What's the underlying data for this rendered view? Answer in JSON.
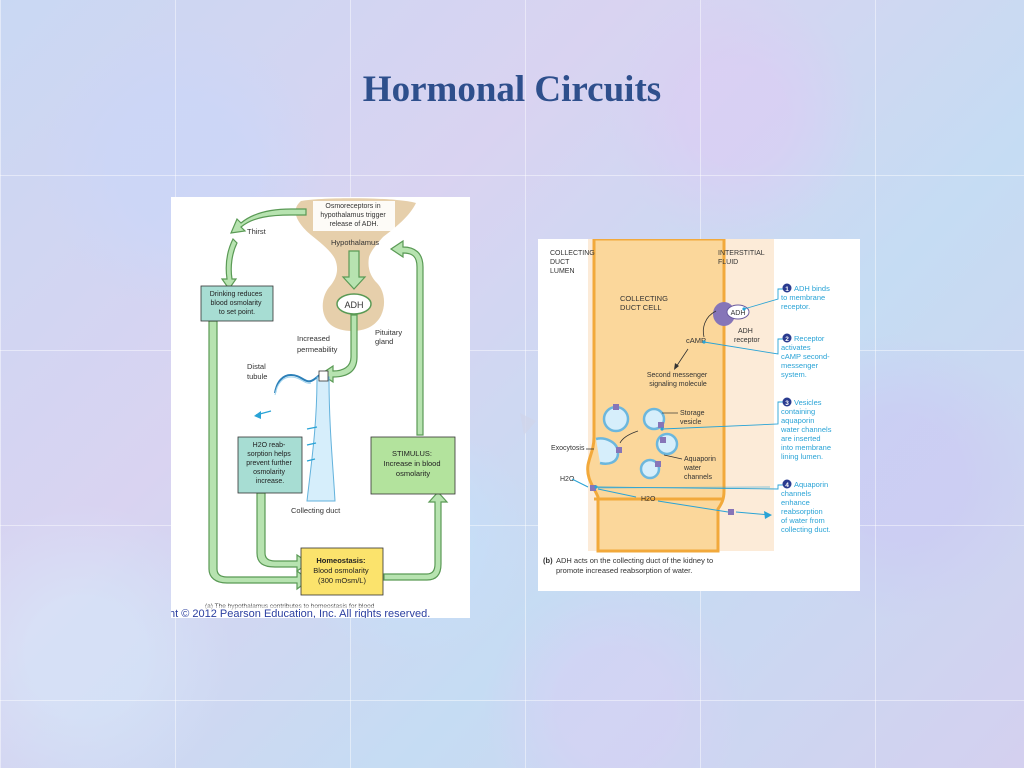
{
  "slide": {
    "title": "Hormonal Circuits"
  },
  "figure_a": {
    "osmoreceptor_label": [
      "Osmoreceptors in",
      "hypothalamus trigger",
      "release of ADH."
    ],
    "thirst_label": "Thirst",
    "hypothalamus_label": "Hypothalamus",
    "adh_label": "ADH",
    "pituitary_label": [
      "Pituitary",
      "gland"
    ],
    "permeability_label": [
      "Increased",
      "permeability"
    ],
    "distal_label": [
      "Distal",
      "tubule"
    ],
    "collecting_label": "Collecting duct",
    "drinking_box": [
      "Drinking reduces",
      "blood osmolarity",
      "to set point."
    ],
    "reabsorption_box": [
      "H2O reab-",
      "sorption helps",
      "prevent further",
      "osmolarity",
      "increase."
    ],
    "stimulus_box": [
      "STIMULUS:",
      "Increase in blood",
      "osmolarity"
    ],
    "homeostasis_box": {
      "heading": "Homeostasis:",
      "lines": [
        "Blood osmolarity",
        "(300 mOsm/L)"
      ]
    },
    "caption": "(a) The hypothalamus contributes to homeostasis for blood",
    "copyright": "ht © 2012 Pearson Education, Inc. All rights reserved."
  },
  "figure_b": {
    "lumen_label": [
      "COLLECTING",
      "DUCT",
      "LUMEN"
    ],
    "interstitial_label": [
      "INTERSTITIAL",
      "FLUID"
    ],
    "cell_label": [
      "COLLECTING",
      "DUCT CELL"
    ],
    "adh_label": "ADH",
    "receptor_label": [
      "ADH",
      "receptor"
    ],
    "camp_label": "cAMP",
    "messenger_label": [
      "Second messenger",
      "signaling molecule"
    ],
    "storage_label": [
      "Storage",
      "vesicle"
    ],
    "exocytosis_label": "Exocytosis",
    "aquaporin_label": [
      "Aquaporin",
      "water",
      "channels"
    ],
    "h2o_left": "H2O",
    "h2o_mid": "H2O",
    "steps": [
      {
        "num": "1",
        "lines": [
          "ADH binds",
          "to membrane",
          "receptor."
        ]
      },
      {
        "num": "2",
        "lines": [
          "Receptor",
          "activates",
          "cAMP second-",
          "messenger",
          "system."
        ]
      },
      {
        "num": "3",
        "lines": [
          "Vesicles",
          "containing",
          "aquaporin",
          "water channels",
          "are inserted",
          "into membrane",
          "lining lumen."
        ]
      },
      {
        "num": "4",
        "lines": [
          "Aquaporin",
          "channels",
          "enhance",
          "reabsorption",
          "of water from",
          "collecting duct."
        ]
      }
    ],
    "caption_tag": "(b)",
    "caption": [
      "ADH acts on the collecting duct of the kidney to",
      "promote increased reabsorption of water."
    ]
  },
  "colors": {
    "title": "#2e4f8c",
    "arrow_green": "#b7e3b0",
    "arrow_stroke": "#5a9a55",
    "box_teal": "#a7ddd3",
    "box_green": "#b3e39d",
    "box_yellow": "#fbe36c",
    "hypothalamus_tan": "#e6cfab",
    "cell_orange": "#fbd79b",
    "cell_border": "#f2a93b",
    "cyan": "#29a3d6",
    "receptor_purple": "#8675b8"
  }
}
